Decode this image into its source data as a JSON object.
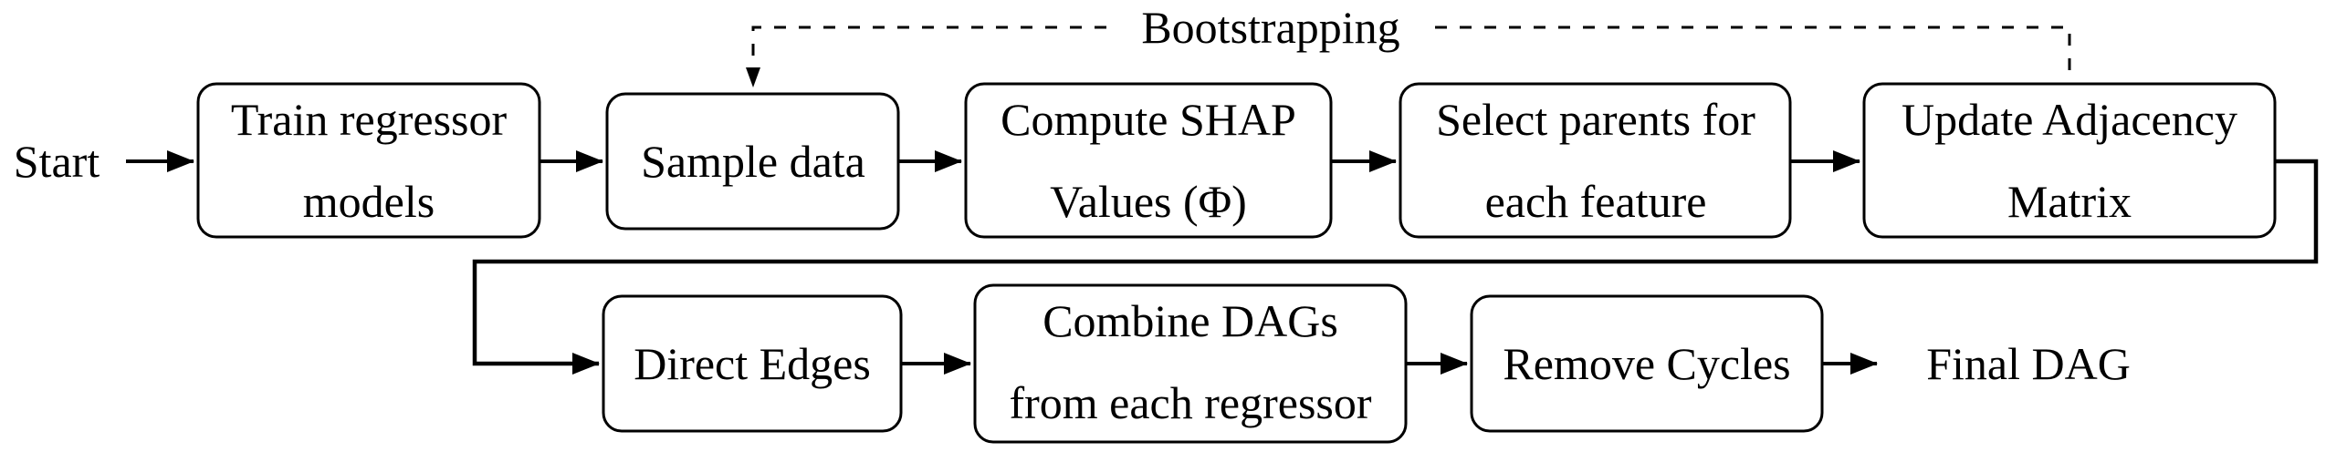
{
  "diagram": {
    "title_note": "Flowchart of SHAP-based DAG discovery pipeline",
    "colors": {
      "background": "#ffffff",
      "stroke": "#000000",
      "text": "#000000"
    },
    "start_label": "Start",
    "final_label": "Final DAG",
    "bootstrap_label": "Bootstrapping",
    "nodes": {
      "train": {
        "line1": "Train regressor",
        "line2": "models"
      },
      "sample": {
        "line1": "Sample data"
      },
      "shap": {
        "line1": "Compute SHAP",
        "line2": "Values (Φ)"
      },
      "parents": {
        "line1": "Select parents for",
        "line2": "each feature"
      },
      "adjacency": {
        "line1": "Update Adjacency",
        "line2": "Matrix"
      },
      "direct": {
        "line1": "Direct Edges"
      },
      "combine": {
        "line1": "Combine DAGs",
        "line2": "from each regressor"
      },
      "cycles": {
        "line1": "Remove Cycles"
      }
    },
    "edges": [
      "Start → Train regressor models",
      "Train regressor models → Sample data",
      "Sample data → Compute SHAP Values (Φ)",
      "Compute SHAP Values (Φ) → Select parents for each feature",
      "Select parents for each feature → Update Adjacency Matrix",
      "Update Adjacency Matrix → Direct Edges",
      "Direct Edges → Combine DAGs from each regressor",
      "Combine DAGs from each regressor → Remove Cycles",
      "Remove Cycles → Final DAG",
      "Update Adjacency Matrix ⇢ Sample data (Bootstrapping, dashed)"
    ]
  }
}
